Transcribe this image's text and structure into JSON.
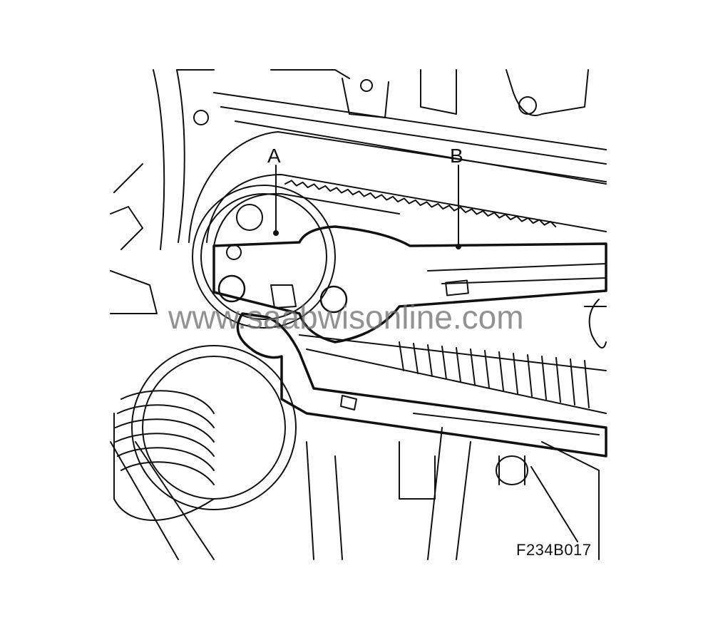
{
  "figure": {
    "code": "F234B017",
    "watermark": "www.saabwisonline.com",
    "callouts": [
      {
        "id": "A",
        "label": "A"
      },
      {
        "id": "B",
        "label": "B"
      }
    ],
    "description": "Line drawing of engine timing belt with holding tool (A) on camshaft pulley and wrench (B) engaging tool"
  }
}
